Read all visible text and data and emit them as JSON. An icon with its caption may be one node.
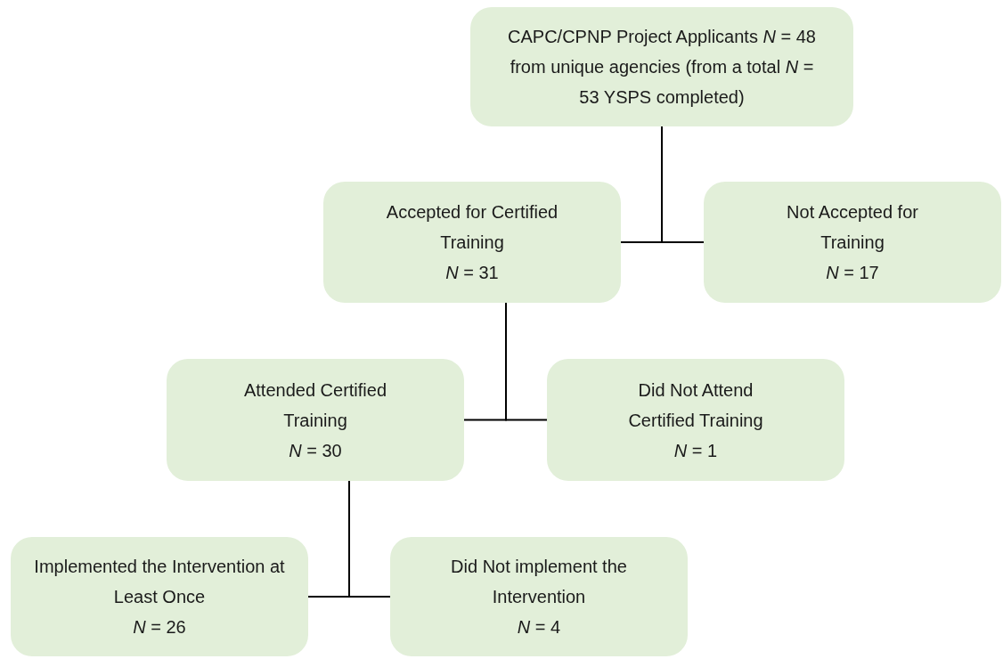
{
  "diagram": {
    "nodes": [
      {
        "text": [
          "CAPC/CPNP Project Applicants *N* = 48 from unique agencies (from a total *N* = 53 YSPS completed)"
        ]
      },
      {
        "text": [
          "Accepted for Certified Training",
          "*N* = 31"
        ]
      },
      {
        "text": [
          "Not Accepted for Training",
          "*N* = 17"
        ]
      },
      {
        "text": [
          "Attended Certified Training",
          "*N* = 30"
        ]
      },
      {
        "text": [
          "Did Not Attend Certified Training",
          "*N* = 1"
        ]
      },
      {
        "text": [
          "Implemented the Intervention at Least Once",
          "*N* = 26"
        ]
      },
      {
        "text": [
          "Did Not implement the Intervention",
          "*N* = 4"
        ]
      }
    ],
    "edges": [
      {
        "from": 0,
        "to": 1,
        "arrow": "none"
      },
      {
        "from": 0,
        "to": 2,
        "arrow": "none"
      },
      {
        "from": 1,
        "to": 3,
        "arrow": "none"
      },
      {
        "from": 1,
        "to": 4,
        "arrow": "none"
      },
      {
        "from": 3,
        "to": 5,
        "arrow": "none"
      },
      {
        "from": 3,
        "to": 6,
        "arrow": "none"
      }
    ]
  }
}
